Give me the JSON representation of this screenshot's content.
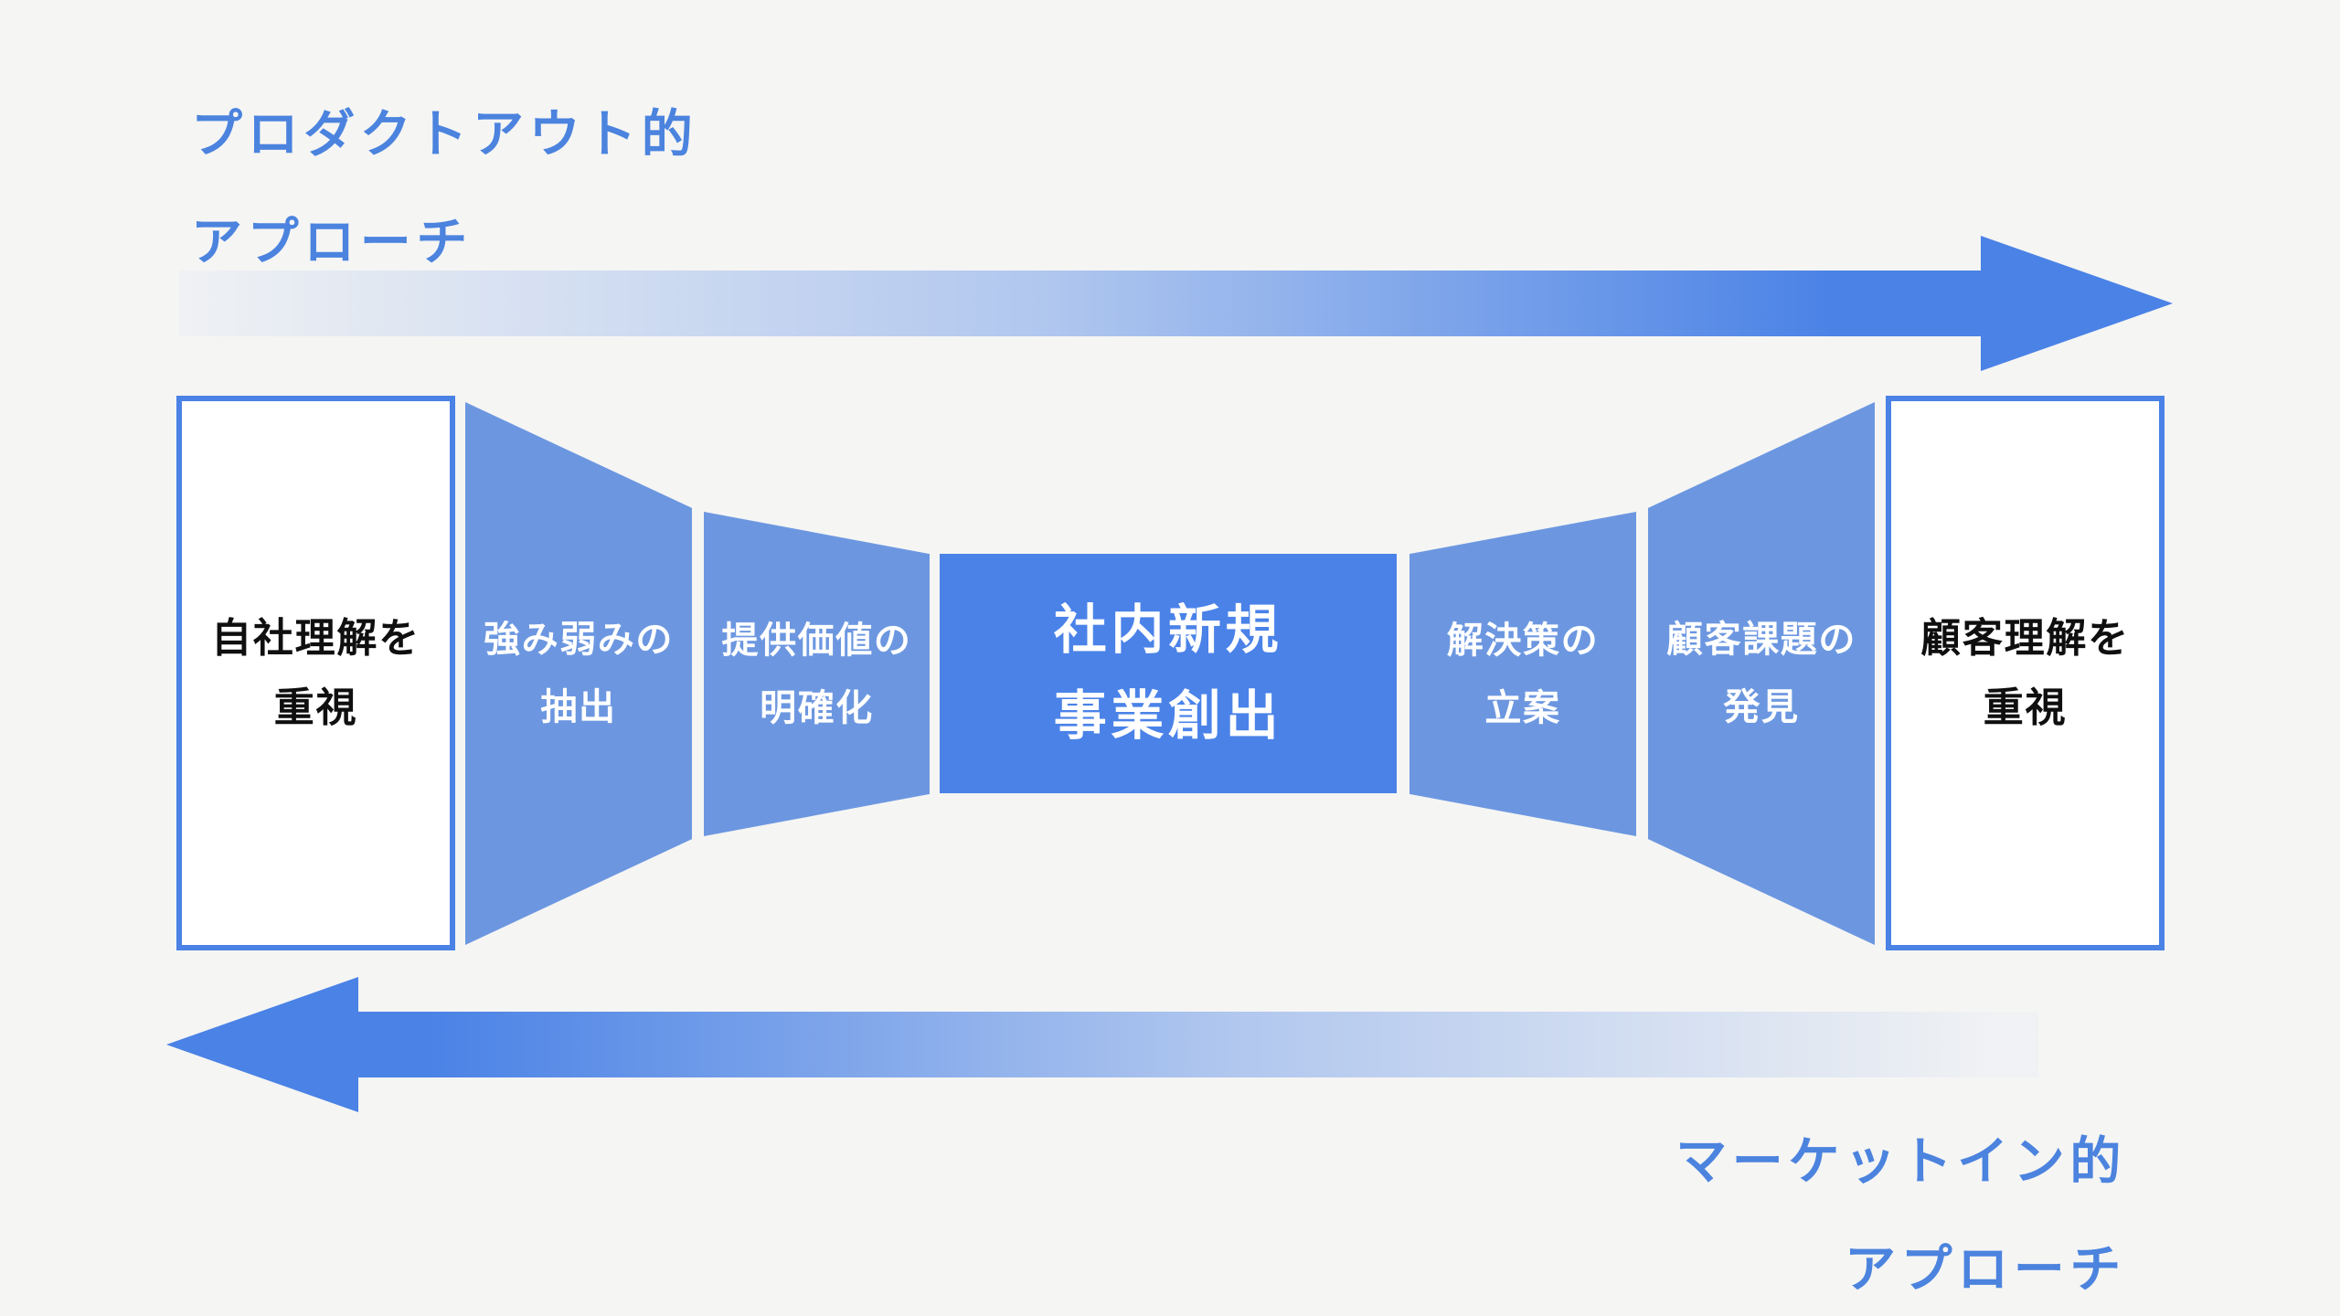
{
  "colors": {
    "background": "#f5f5f4",
    "accent_blue": "#4a82e6",
    "center_box_blue": "#4a82e8",
    "trapezoid_blue": "#6c97e0",
    "title_text_blue": "#4b83de",
    "box_text_black": "#0f0f0f",
    "white": "#ffffff"
  },
  "labels": {
    "top": {
      "line1": "プロダクトアウト的",
      "line2": "アプローチ"
    },
    "bottom": {
      "line1": "マーケットイン的",
      "line2": "アプローチ"
    }
  },
  "arrows": {
    "top": {
      "direction": "right",
      "style": "fade-in from left to solid blue"
    },
    "bottom": {
      "direction": "left",
      "style": "solid blue fading out to right"
    }
  },
  "funnel": {
    "stages": [
      {
        "id": "company-understanding",
        "style": "outlined-box",
        "line1": "自社理解を",
        "line2": "重視"
      },
      {
        "id": "strengths-weaknesses-extraction",
        "style": "trapezoid",
        "line1": "強み弱みの",
        "line2": "抽出"
      },
      {
        "id": "value-proposition-clarification",
        "style": "trapezoid",
        "line1": "提供価値の",
        "line2": "明確化"
      },
      {
        "id": "internal-new-business-creation",
        "style": "solid-box",
        "line1": "社内新規",
        "line2": "事業創出"
      },
      {
        "id": "solution-planning",
        "style": "trapezoid",
        "line1": "解決策の",
        "line2": "立案"
      },
      {
        "id": "customer-problem-discovery",
        "style": "trapezoid",
        "line1": "顧客課題の",
        "line2": "発見"
      },
      {
        "id": "customer-understanding",
        "style": "outlined-box",
        "line1": "顧客理解を",
        "line2": "重視"
      }
    ]
  }
}
